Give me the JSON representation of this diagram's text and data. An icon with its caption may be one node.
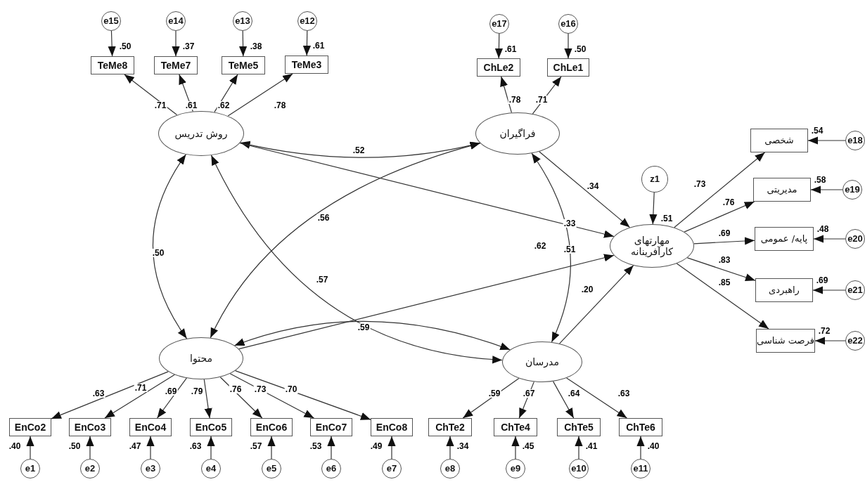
{
  "diagram": {
    "nodes": [
      {
        "text": [
          "e15"
        ]
      },
      {
        "text": [
          "e14"
        ]
      },
      {
        "text": [
          "e13"
        ]
      },
      {
        "text": [
          "e12"
        ]
      },
      {
        "text": [
          "e17"
        ]
      },
      {
        "text": [
          "e16"
        ]
      },
      {
        "text": [
          "TeMe8"
        ],
        "beside": [
          ".50"
        ]
      },
      {
        "text": [
          "TeMe7"
        ],
        "beside": [
          ".37"
        ]
      },
      {
        "text": [
          "TeMe5"
        ],
        "beside": [
          ".38"
        ]
      },
      {
        "text": [
          "TeMe3"
        ],
        "beside": [
          ".61"
        ]
      },
      {
        "text": [
          "ChLe2"
        ],
        "beside": [
          ".61"
        ]
      },
      {
        "text": [
          "ChLe1"
        ],
        "beside": [
          ".50"
        ]
      },
      {
        "text": [
          "روش تدریس"
        ]
      },
      {
        "text": [
          "فراگیران"
        ]
      },
      {
        "text": [
          "شخصی"
        ],
        "beside": [
          ".54"
        ]
      },
      {
        "text": [
          "e18"
        ]
      },
      {
        "text": [
          "z1"
        ]
      },
      {
        "text": [
          "مدیریتی"
        ],
        "beside": [
          ".58"
        ]
      },
      {
        "text": [
          "e19"
        ]
      },
      {
        "text": [
          "مهارتهای کارآفرینانه"
        ],
        "beside": [
          ".51"
        ]
      },
      {
        "text": [
          "پایه/ عمومی"
        ],
        "beside": [
          ".48"
        ]
      },
      {
        "text": [
          "e20"
        ]
      },
      {
        "text": [
          "راهبردی"
        ],
        "beside": [
          ".69"
        ]
      },
      {
        "text": [
          "e21"
        ]
      },
      {
        "text": [
          "محتوا"
        ]
      },
      {
        "text": [
          "مدرسان"
        ]
      },
      {
        "text": [
          "فرصت شناسی"
        ],
        "beside": [
          ".72"
        ]
      },
      {
        "text": [
          "e22"
        ]
      },
      {
        "text": [
          "EnCo2"
        ],
        "beside": [
          ".40"
        ]
      },
      {
        "text": [
          "EnCo3"
        ],
        "beside": [
          ".50"
        ]
      },
      {
        "text": [
          "EnCo4"
        ],
        "beside": [
          ".47"
        ]
      },
      {
        "text": [
          "EnCo5"
        ],
        "beside": [
          ".63"
        ]
      },
      {
        "text": [
          "EnCo6"
        ],
        "beside": [
          ".57"
        ]
      },
      {
        "text": [
          "EnCo7"
        ],
        "beside": [
          ".53"
        ]
      },
      {
        "text": [
          "EnCo8"
        ],
        "beside": [
          ".49"
        ]
      },
      {
        "text": [
          "ChTe2"
        ],
        "beside": [
          ".34"
        ]
      },
      {
        "text": [
          "ChTe4"
        ],
        "beside": [
          ".45"
        ]
      },
      {
        "text": [
          "ChTe5"
        ],
        "beside": [
          ".41"
        ]
      },
      {
        "text": [
          "ChTe6"
        ],
        "beside": [
          ".40"
        ]
      },
      {
        "text": [
          "e1"
        ]
      },
      {
        "text": [
          "e2"
        ]
      },
      {
        "text": [
          "e3"
        ]
      },
      {
        "text": [
          "e4"
        ]
      },
      {
        "text": [
          "e5"
        ]
      },
      {
        "text": [
          "e6"
        ]
      },
      {
        "text": [
          "e7"
        ]
      },
      {
        "text": [
          "e8"
        ]
      },
      {
        "text": [
          "e9"
        ]
      },
      {
        "text": [
          "e10"
        ]
      },
      {
        "text": [
          "e11"
        ]
      }
    ],
    "edges": [
      {
        "from": 0,
        "to": 6,
        "arrow": "to"
      },
      {
        "from": 1,
        "to": 7,
        "arrow": "to"
      },
      {
        "from": 2,
        "to": 8,
        "arrow": "to"
      },
      {
        "from": 3,
        "to": 9,
        "arrow": "to"
      },
      {
        "from": 4,
        "to": 10,
        "arrow": "to"
      },
      {
        "from": 5,
        "to": 11,
        "arrow": "to"
      },
      {
        "from": 12,
        "to": 6,
        "arrow": "to",
        "label": ".71"
      },
      {
        "from": 12,
        "to": 7,
        "arrow": "to",
        "label": ".61"
      },
      {
        "from": 12,
        "to": 8,
        "arrow": "to",
        "label": ".62"
      },
      {
        "from": 12,
        "to": 9,
        "arrow": "to",
        "label": ".78"
      },
      {
        "from": 13,
        "to": 10,
        "arrow": "to",
        "label": ".78"
      },
      {
        "from": 13,
        "to": 11,
        "arrow": "to",
        "label": ".71"
      },
      {
        "from": 12,
        "to": 13,
        "arrow": "both",
        "label": ".52"
      },
      {
        "from": 12,
        "to": 24,
        "arrow": "both",
        "label": ".50"
      },
      {
        "from": 13,
        "to": 24,
        "arrow": "both",
        "label": ".56"
      },
      {
        "from": 12,
        "to": 25,
        "arrow": "both",
        "label": ".57"
      },
      {
        "from": 13,
        "to": 25,
        "arrow": "both",
        "label": ".62"
      },
      {
        "from": 24,
        "to": 25,
        "arrow": "both",
        "label": ".59"
      },
      {
        "from": 12,
        "to": 19,
        "arrow": "to",
        "label": ".33"
      },
      {
        "from": 13,
        "to": 19,
        "arrow": "to",
        "label": ".34"
      },
      {
        "from": 24,
        "to": 19,
        "arrow": "to",
        "label": ".51"
      },
      {
        "from": 25,
        "to": 19,
        "arrow": "to",
        "label": ".20"
      },
      {
        "from": 16,
        "to": 19,
        "arrow": "to"
      },
      {
        "from": 19,
        "to": 14,
        "arrow": "to",
        "label": ".73"
      },
      {
        "from": 19,
        "to": 17,
        "arrow": "to",
        "label": ".76"
      },
      {
        "from": 19,
        "to": 20,
        "arrow": "to",
        "label": ".69"
      },
      {
        "from": 19,
        "to": 22,
        "arrow": "to",
        "label": ".83"
      },
      {
        "from": 19,
        "to": 26,
        "arrow": "to",
        "label": ".85"
      },
      {
        "from": 15,
        "to": 14,
        "arrow": "to"
      },
      {
        "from": 18,
        "to": 17,
        "arrow": "to"
      },
      {
        "from": 21,
        "to": 20,
        "arrow": "to"
      },
      {
        "from": 23,
        "to": 22,
        "arrow": "to"
      },
      {
        "from": 27,
        "to": 26,
        "arrow": "to"
      },
      {
        "from": 24,
        "to": 28,
        "arrow": "to",
        "label": ".63"
      },
      {
        "from": 24,
        "to": 29,
        "arrow": "to",
        "label": ".71"
      },
      {
        "from": 24,
        "to": 30,
        "arrow": "to",
        "label": ".69"
      },
      {
        "from": 24,
        "to": 31,
        "arrow": "to",
        "label": ".79"
      },
      {
        "from": 24,
        "to": 32,
        "arrow": "to",
        "label": ".76"
      },
      {
        "from": 24,
        "to": 33,
        "arrow": "to",
        "label": ".73"
      },
      {
        "from": 24,
        "to": 34,
        "arrow": "to",
        "label": ".70"
      },
      {
        "from": 25,
        "to": 35,
        "arrow": "to",
        "label": ".59"
      },
      {
        "from": 25,
        "to": 36,
        "arrow": "to",
        "label": ".67"
      },
      {
        "from": 25,
        "to": 37,
        "arrow": "to",
        "label": ".64"
      },
      {
        "from": 25,
        "to": 38,
        "arrow": "to",
        "label": ".63"
      },
      {
        "from": 39,
        "to": 28,
        "arrow": "to"
      },
      {
        "from": 40,
        "to": 29,
        "arrow": "to"
      },
      {
        "from": 41,
        "to": 30,
        "arrow": "to"
      },
      {
        "from": 42,
        "to": 31,
        "arrow": "to"
      },
      {
        "from": 43,
        "to": 32,
        "arrow": "to"
      },
      {
        "from": 44,
        "to": 33,
        "arrow": "to"
      },
      {
        "from": 45,
        "to": 34,
        "arrow": "to"
      },
      {
        "from": 46,
        "to": 35,
        "arrow": "to"
      },
      {
        "from": 47,
        "to": 36,
        "arrow": "to"
      },
      {
        "from": 48,
        "to": 37,
        "arrow": "to"
      },
      {
        "from": 49,
        "to": 38,
        "arrow": "to"
      }
    ]
  }
}
